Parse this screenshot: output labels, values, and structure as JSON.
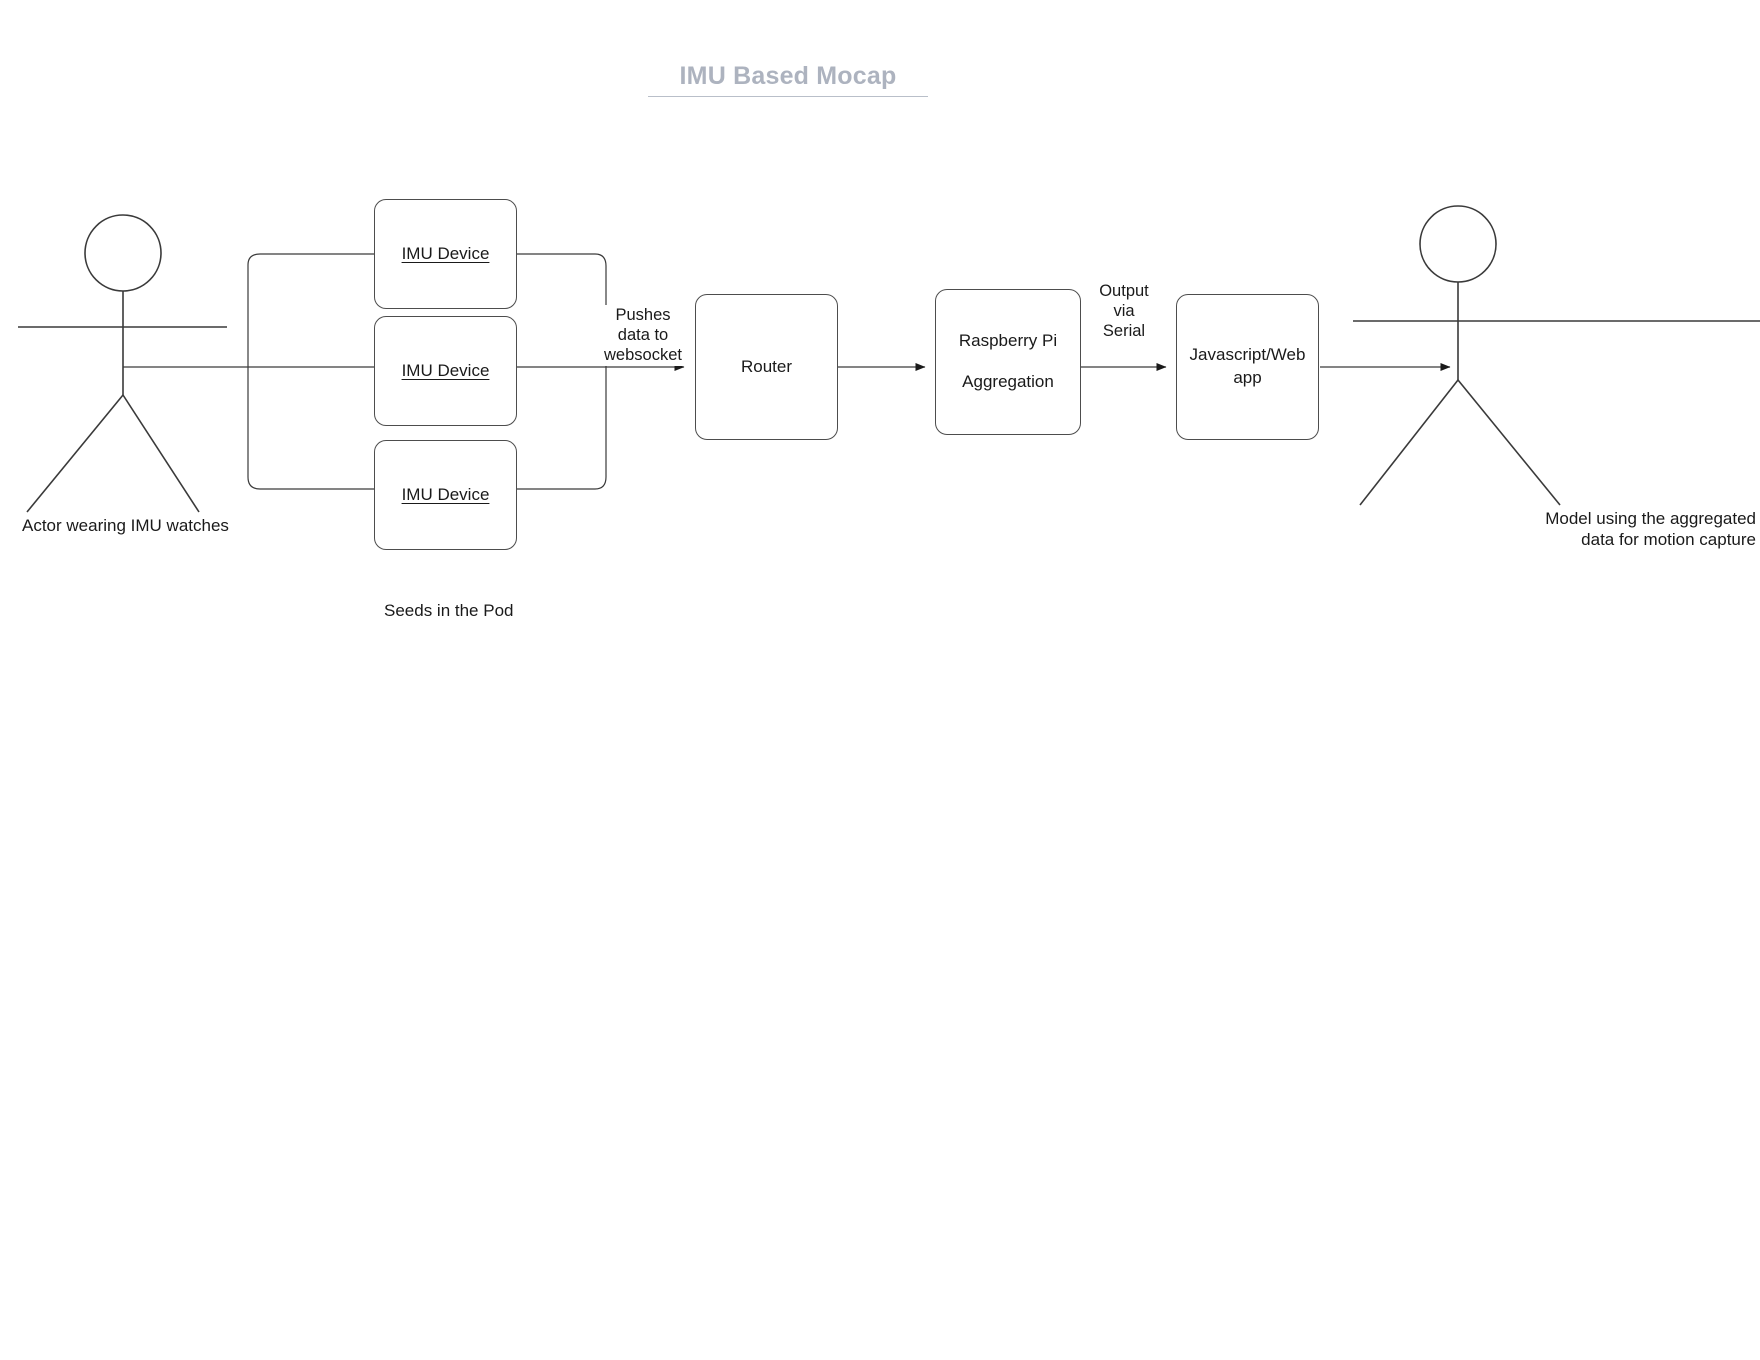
{
  "diagram": {
    "title": "IMU Based Mocap",
    "type": "flowchart",
    "nodes": [
      {
        "id": "imu1",
        "label": "IMU Device",
        "shape": "rounded-rect",
        "underlined": true
      },
      {
        "id": "imu2",
        "label": "IMU Device",
        "shape": "rounded-rect",
        "underlined": true
      },
      {
        "id": "imu3",
        "label": "IMU Device",
        "shape": "rounded-rect",
        "underlined": true
      },
      {
        "id": "router",
        "label": "Router",
        "shape": "rounded-rect"
      },
      {
        "id": "rpi",
        "label_line1": "Raspberry Pi",
        "label_line2": "Aggregation",
        "shape": "rounded-rect"
      },
      {
        "id": "webapp",
        "label": "Javascript/Web app",
        "shape": "rounded-rect"
      }
    ],
    "edge_labels": {
      "websocket": "Pushes\ndata to\nwebsocket",
      "serial": "Output\nvia\nSerial"
    },
    "captions": {
      "actor": "Actor wearing IMU watches",
      "pod": "Seeds in the Pod",
      "model": "Model using the aggregated\ndata for motion capture"
    },
    "colors": {
      "title": "#adb3bf",
      "stroke": "#4d4d4d",
      "text": "#1a1a1a",
      "background": "#ffffff"
    }
  }
}
